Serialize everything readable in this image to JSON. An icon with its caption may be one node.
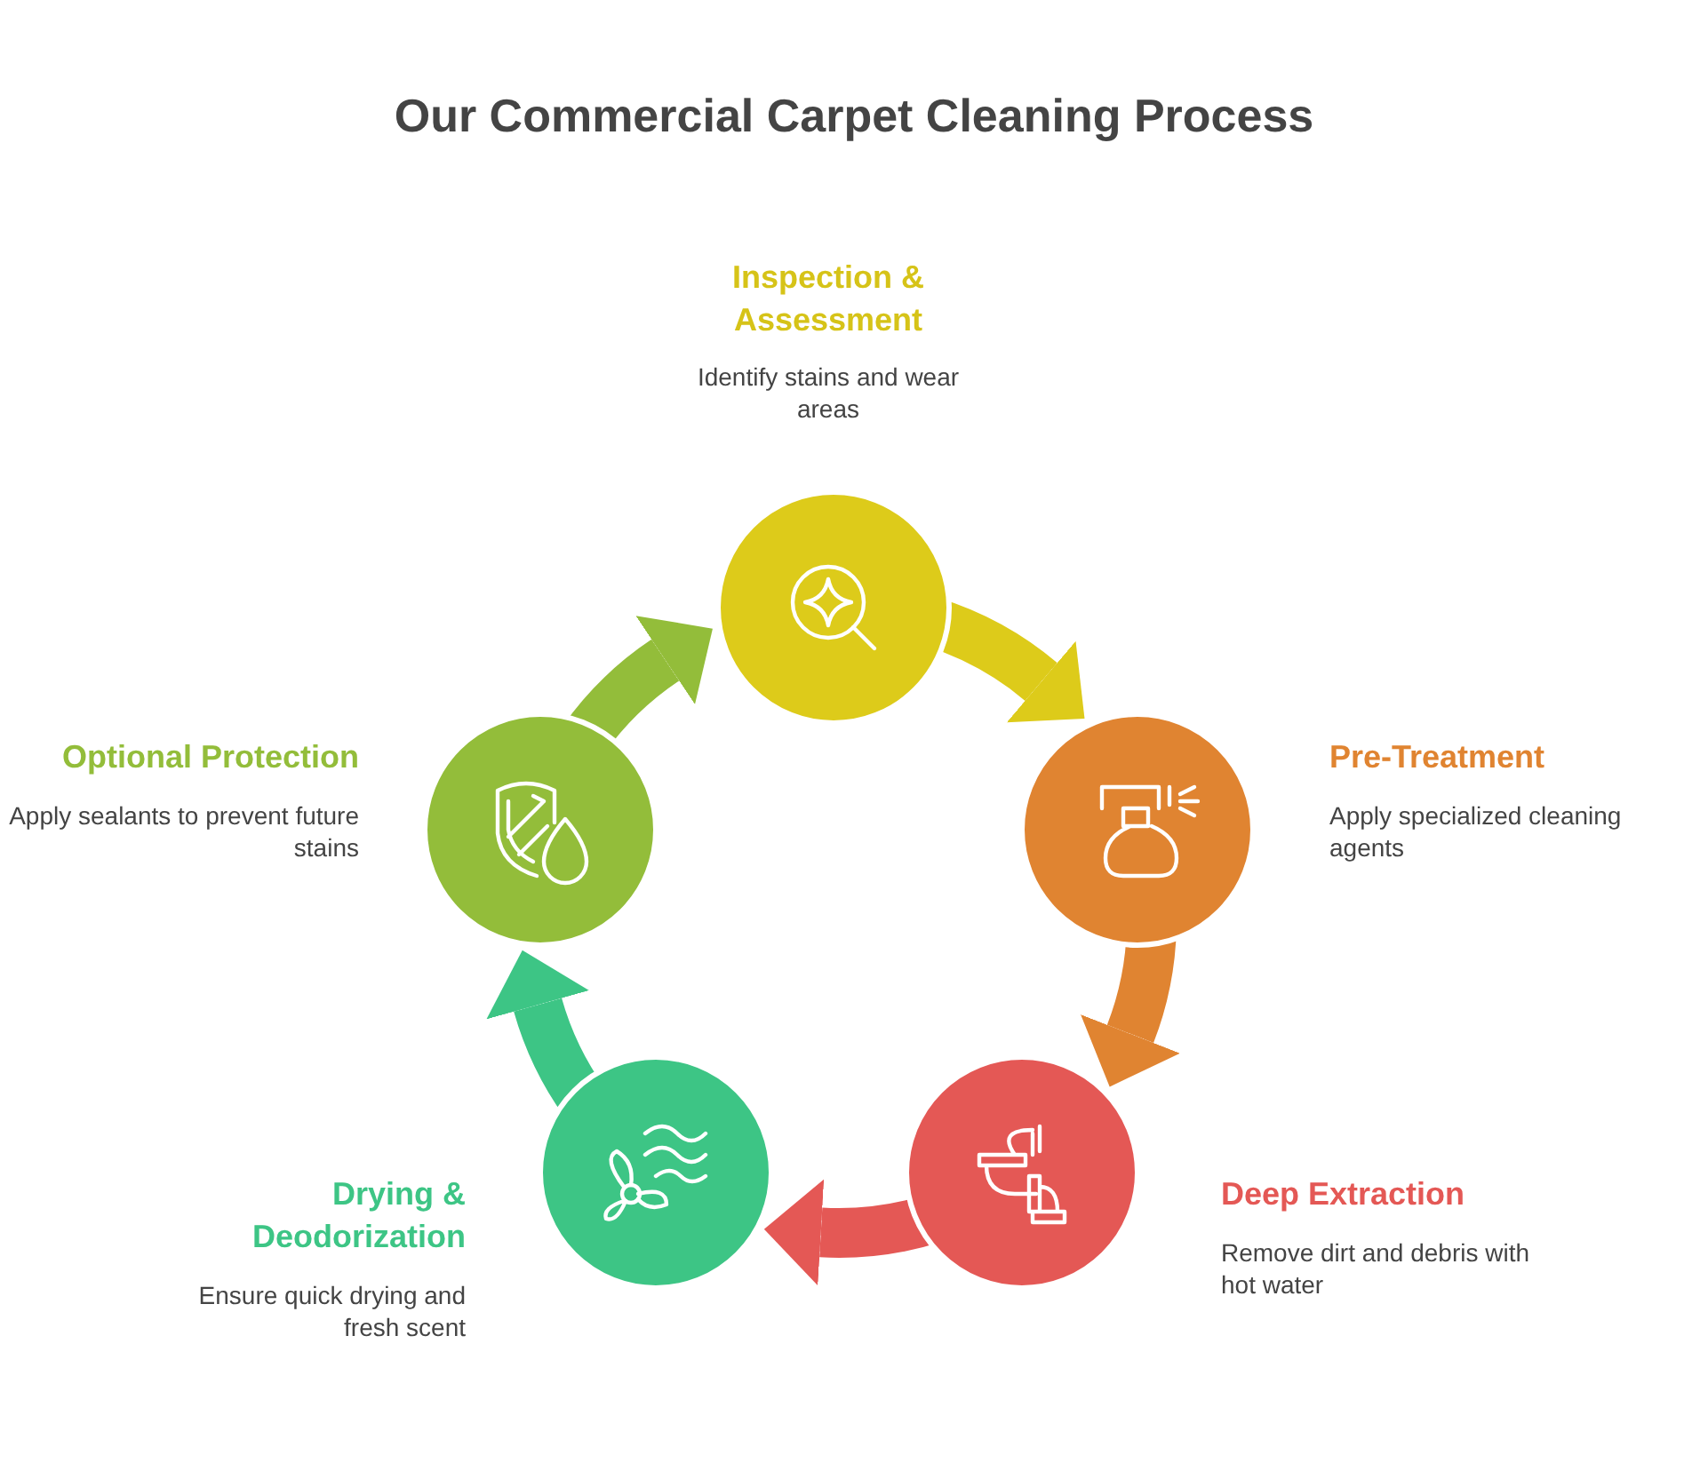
{
  "diagram": {
    "title": "Our Commercial Carpet Cleaning Process",
    "nodes": [
      {
        "text": [
          "Inspection & Assessment",
          "Identify stains and wear areas"
        ]
      },
      {
        "text": [
          "Pre-Treatment",
          "Apply specialized cleaning agents"
        ]
      },
      {
        "text": [
          "Deep Extraction",
          "Remove dirt and debris with hot water"
        ]
      },
      {
        "text": [
          "Drying & Deodorization",
          "Ensure quick drying and fresh scent"
        ]
      },
      {
        "text": [
          "Optional Protection",
          "Apply sealants to prevent future stains"
        ]
      }
    ],
    "edges": [
      {
        "from": 0,
        "to": 1,
        "arrow": "to",
        "color": "#ddcb1a"
      },
      {
        "from": 1,
        "to": 2,
        "arrow": "to",
        "color": "#e08431"
      },
      {
        "from": 2,
        "to": 3,
        "arrow": "to",
        "color": "#e45855"
      },
      {
        "from": 3,
        "to": 4,
        "arrow": "to",
        "color": "#3dc585"
      },
      {
        "from": 4,
        "to": 0,
        "arrow": "to",
        "color": "#93bd3a"
      }
    ]
  }
}
